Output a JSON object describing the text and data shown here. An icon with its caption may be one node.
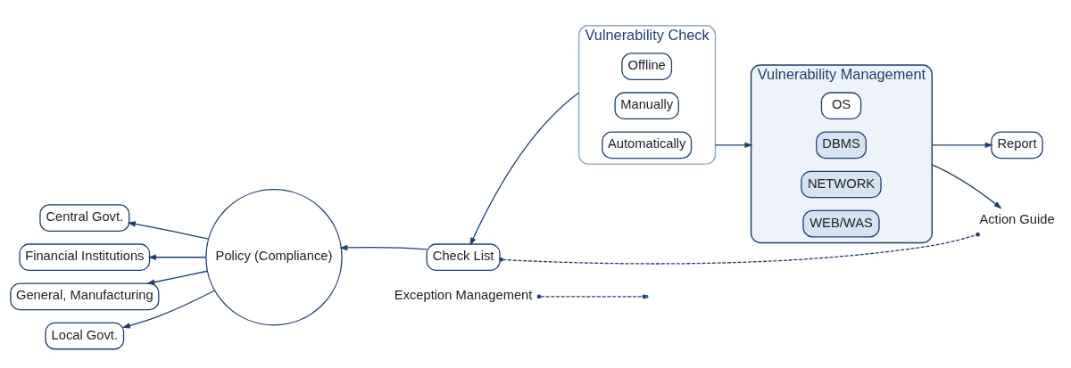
{
  "diagram": {
    "nodes": [
      {
        "text": [
          "Central Govt."
        ]
      },
      {
        "text": [
          "Financial Institutions"
        ]
      },
      {
        "text": [
          "General, Manufacturing"
        ]
      },
      {
        "text": [
          "Local Govt."
        ]
      },
      {
        "text": [
          "Policy (Compliance)"
        ]
      },
      {
        "text": [
          "Check List"
        ]
      },
      {
        "text": [
          "Exception Management"
        ]
      },
      {
        "text": [
          "Vulnerability Check"
        ]
      },
      {
        "text": [
          "Offline"
        ],
        "in": 7
      },
      {
        "text": [
          "Manually"
        ],
        "in": 7
      },
      {
        "text": [
          "Automatically"
        ],
        "in": 7
      },
      {
        "text": [
          "Vulnerability Management"
        ]
      },
      {
        "text": [
          "OS"
        ],
        "in": 11
      },
      {
        "text": [
          "DBMS"
        ],
        "in": 11
      },
      {
        "text": [
          "NETWORK"
        ],
        "in": 11
      },
      {
        "text": [
          "WEB/WAS"
        ],
        "in": 11
      },
      {
        "text": [
          "Report"
        ]
      },
      {
        "text": [
          "Action Guide"
        ]
      }
    ],
    "edges": [
      {
        "from": 4,
        "to": 0,
        "arrow": "to"
      },
      {
        "from": 4,
        "to": 1,
        "arrow": "to"
      },
      {
        "from": 4,
        "to": 2,
        "arrow": "to"
      },
      {
        "from": 4,
        "to": 3,
        "arrow": "to"
      },
      {
        "from": 5,
        "to": 4,
        "arrow": "to"
      },
      {
        "from": 7,
        "to": 5,
        "arrow": "to"
      },
      {
        "from": 7,
        "to": 11,
        "arrow": "to"
      },
      {
        "from": 11,
        "to": 16,
        "arrow": "to"
      },
      {
        "from": 11,
        "to": 17,
        "arrow": "to"
      },
      {
        "from": 5,
        "to": 17,
        "arrow": "other",
        "style": "dashed"
      },
      {
        "from": 6,
        "to": null,
        "arrow": "other",
        "style": "dashed"
      }
    ]
  }
}
